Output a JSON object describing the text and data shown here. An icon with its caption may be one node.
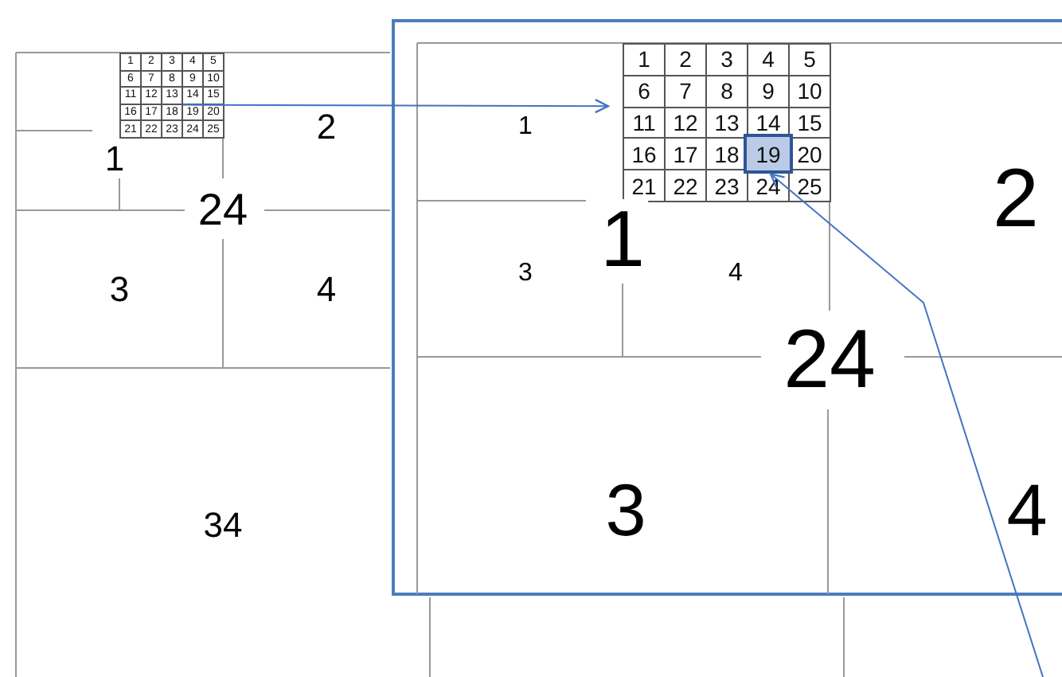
{
  "diagram": {
    "nodes": [
      {
        "text": [],
        "shape": "box"
      },
      {
        "text": [
          "1"
        ],
        "in": 0
      },
      {
        "text": [
          "2"
        ],
        "in": 0
      },
      {
        "text": [
          "3"
        ],
        "in": 0
      },
      {
        "text": [
          "4"
        ],
        "in": 0
      },
      {
        "text": [
          "5"
        ],
        "in": 0
      },
      {
        "text": [
          "6"
        ],
        "in": 0
      },
      {
        "text": [
          "7"
        ],
        "in": 0
      },
      {
        "text": [
          "8"
        ],
        "in": 0
      },
      {
        "text": [
          "9"
        ],
        "in": 0
      },
      {
        "text": [
          "10"
        ],
        "in": 0
      },
      {
        "text": [
          "11"
        ],
        "in": 0
      },
      {
        "text": [
          "12"
        ],
        "in": 0
      },
      {
        "text": [
          "13"
        ],
        "in": 0
      },
      {
        "text": [
          "14"
        ],
        "in": 0
      },
      {
        "text": [
          "15"
        ],
        "in": 0
      },
      {
        "text": [
          "16"
        ],
        "in": 0
      },
      {
        "text": [
          "17"
        ],
        "in": 0
      },
      {
        "text": [
          "18"
        ],
        "in": 0
      },
      {
        "text": [
          "19"
        ],
        "in": 0
      },
      {
        "text": [
          "20"
        ],
        "in": 0
      },
      {
        "text": [
          "21"
        ],
        "in": 0
      },
      {
        "text": [
          "22"
        ],
        "in": 0
      },
      {
        "text": [
          "23"
        ],
        "in": 0
      },
      {
        "text": [
          "24"
        ],
        "in": 0
      },
      {
        "text": [
          "25"
        ],
        "in": 0
      },
      {
        "text": [],
        "shape": "box"
      },
      {
        "text": [],
        "shape": "box",
        "in": 26
      },
      {
        "text": [
          "1"
        ],
        "in": 27
      },
      {
        "text": [
          "2"
        ],
        "in": 27
      },
      {
        "text": [
          "3"
        ],
        "in": 27
      },
      {
        "text": [
          "4"
        ],
        "in": 27
      },
      {
        "text": [
          "5"
        ],
        "in": 27
      },
      {
        "text": [
          "6"
        ],
        "in": 27
      },
      {
        "text": [
          "7"
        ],
        "in": 27
      },
      {
        "text": [
          "8"
        ],
        "in": 27
      },
      {
        "text": [
          "9"
        ],
        "in": 27
      },
      {
        "text": [
          "10"
        ],
        "in": 27
      },
      {
        "text": [
          "11"
        ],
        "in": 27
      },
      {
        "text": [
          "12"
        ],
        "in": 27
      },
      {
        "text": [
          "13"
        ],
        "in": 27
      },
      {
        "text": [
          "14"
        ],
        "in": 27
      },
      {
        "text": [
          "15"
        ],
        "in": 27
      },
      {
        "text": [
          "16"
        ],
        "in": 27
      },
      {
        "text": [
          "17"
        ],
        "in": 27
      },
      {
        "text": [
          "18"
        ],
        "in": 27
      },
      {
        "text": [],
        "shape": "box",
        "in": 27
      },
      {
        "text": [
          "19"
        ],
        "in": 46
      },
      {
        "text": [
          "20"
        ],
        "in": 27
      },
      {
        "text": [
          "21"
        ],
        "in": 27
      },
      {
        "text": [
          "22"
        ],
        "in": 27
      },
      {
        "text": [
          "23"
        ],
        "in": 27
      },
      {
        "text": [
          "24"
        ],
        "in": 27
      },
      {
        "text": [
          "25"
        ],
        "in": 27
      }
    ],
    "edges": [
      {
        "from": 13,
        "to": 27,
        "arrow": "to"
      },
      {
        "from": null,
        "to": 46,
        "arrow": "to"
      }
    ],
    "labels": [
      "1",
      "2",
      "24",
      "3",
      "4",
      "34",
      "1",
      "3",
      "4",
      "1",
      "2",
      "24",
      "3",
      "4"
    ]
  }
}
